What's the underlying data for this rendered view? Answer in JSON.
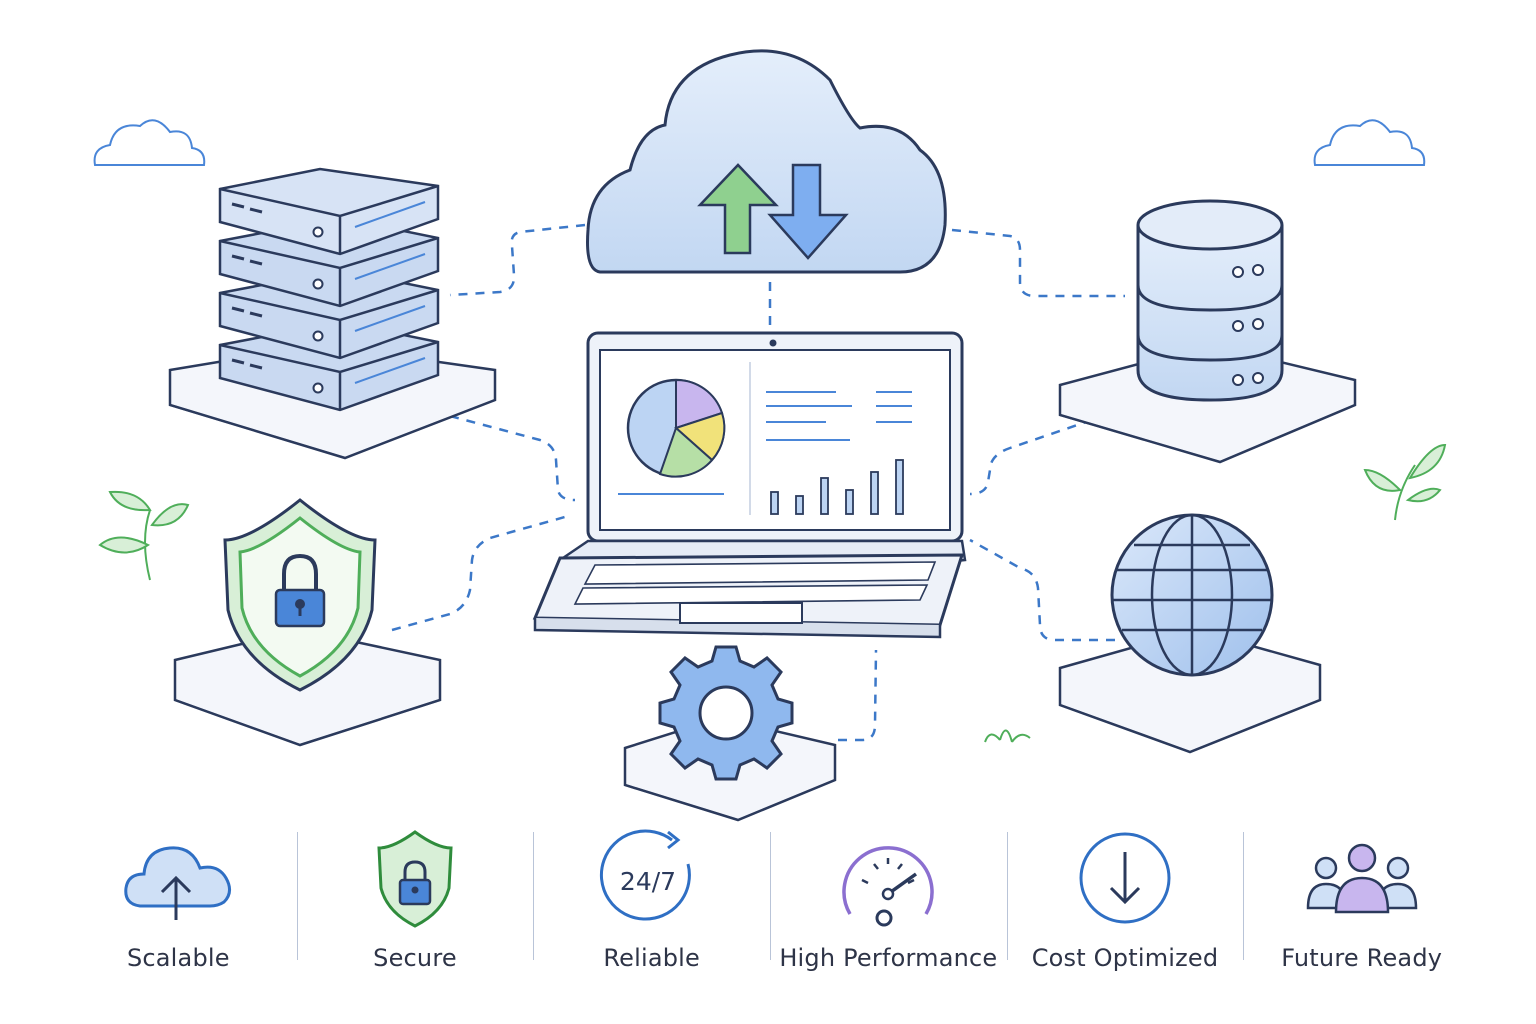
{
  "diagram": {
    "nodes": [
      {
        "id": "cloud",
        "icon": "cloud-sync-icon"
      },
      {
        "id": "server-rack",
        "icon": "server-rack-icon"
      },
      {
        "id": "database",
        "icon": "database-icon"
      },
      {
        "id": "laptop",
        "icon": "laptop-dashboard-icon"
      },
      {
        "id": "security-shield",
        "icon": "shield-lock-icon"
      },
      {
        "id": "globe",
        "icon": "globe-icon"
      },
      {
        "id": "settings-gear",
        "icon": "gear-icon"
      }
    ],
    "connections": [
      [
        "cloud",
        "server-rack"
      ],
      [
        "cloud",
        "database"
      ],
      [
        "cloud",
        "laptop"
      ],
      [
        "server-rack",
        "laptop"
      ],
      [
        "database",
        "laptop"
      ],
      [
        "security-shield",
        "laptop"
      ],
      [
        "globe",
        "laptop"
      ],
      [
        "settings-gear",
        "laptop"
      ]
    ]
  },
  "features": [
    {
      "label": "Scalable",
      "icon": "cloud-upload-icon"
    },
    {
      "label": "Secure",
      "icon": "shield-lock-icon"
    },
    {
      "label": "Reliable",
      "icon": "clock-24-7-icon",
      "icon_text": "24/7"
    },
    {
      "label": "High Performance",
      "icon": "speedometer-icon"
    },
    {
      "label": "Cost Optimized",
      "icon": "download-circle-icon"
    },
    {
      "label": "Future Ready",
      "icon": "users-group-icon"
    }
  ],
  "colors": {
    "outline": "#2b3a5c",
    "blue": "#4a86d8",
    "light_blue": "#cfe0f6",
    "green": "#4fae5a",
    "light_green": "#d8efd7",
    "purple": "#9b7fd4",
    "yellow": "#f1e27a",
    "connector": "#3c78c8"
  }
}
